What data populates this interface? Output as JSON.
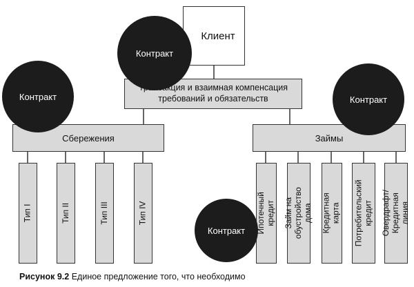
{
  "client": {
    "label": "Клиент"
  },
  "transaction": {
    "label": "Трансакция и взаимная компенсация\nтребований и обязательств"
  },
  "savings": {
    "label": "Сбережения",
    "types": [
      "Тип I",
      "Тип II",
      "Тип III",
      "Тип IV"
    ]
  },
  "loans": {
    "label": "Займы",
    "items": [
      "Ипотечный кредит",
      "Займ на\nобустройство дома",
      "Кредитная карта",
      "Потребительский\nкредит",
      "Овердрафт/\nКредитная линия"
    ]
  },
  "contracts": {
    "top": "Контракт",
    "left": "Контракт",
    "right": "Контракт",
    "bottom": "Контракт"
  },
  "caption": {
    "number": "Рисунок 9.2",
    "text": "Единое предложение того, что необходимо"
  }
}
